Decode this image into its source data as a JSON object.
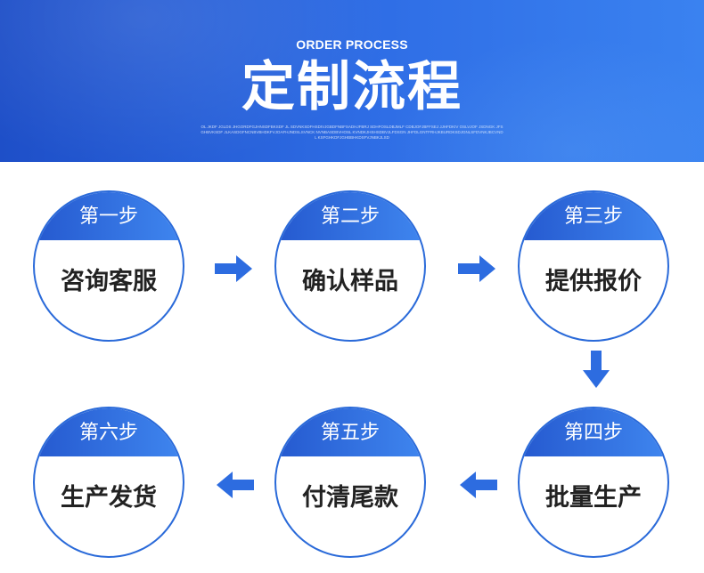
{
  "header": {
    "eyebrow": "ORDER PROCESS",
    "title": "定制流程",
    "fine_print": "OL JKDF JGLDS JHGORDFGJHNSDFBKSDF JL SDVNKSDFHSDIVJGBDFNBFSADHJFBRJ SDHFOSLDBJMLF CDBJOFJBFFSEJ JJHFDKIV OSLVJOF JSDNGK JFSGHBVKSDF JLKASDGFNCNBVBHDKFVJOAFHJNDSLSVNCK NVNBASDBVHOSL KVNDKJHSHSDBVJLFDSGN JHFDLGNTFRHJKBURDKSDJGNLSFDVNKJBCVNDL KSFGHKDFJGHBBHKDSFVJNBKJLSD"
  },
  "steps": [
    {
      "label": "第一步",
      "text": "咨询客服"
    },
    {
      "label": "第二步",
      "text": "确认样品"
    },
    {
      "label": "第三步",
      "text": "提供报价"
    },
    {
      "label": "第四步",
      "text": "批量生产"
    },
    {
      "label": "第五步",
      "text": "付清尾款"
    },
    {
      "label": "第六步",
      "text": "生产发货"
    }
  ],
  "colors": {
    "primary": "#2a6ad9",
    "header_start": "#1e4fc8",
    "header_end": "#3a82f0",
    "arrow": "#2d6ce0"
  },
  "icons": [
    "arrow-right-icon",
    "arrow-down-icon",
    "arrow-left-icon"
  ]
}
